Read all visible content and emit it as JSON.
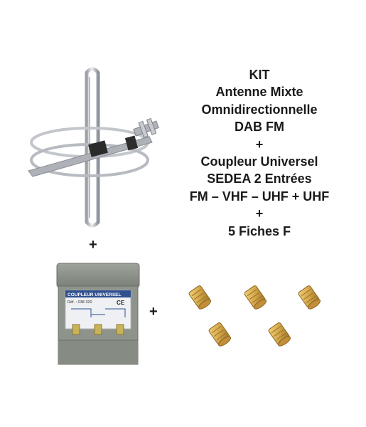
{
  "title_lines": [
    "KIT",
    "Antenne Mixte",
    "Omnidirectionnelle",
    "DAB FM",
    "+",
    "Coupleur Universel",
    "SEDEA 2 Entrées",
    "FM – VHF – UHF + UHF",
    "+",
    "5 Fiches F"
  ],
  "plus_signs": [
    "+",
    "+"
  ],
  "coupler": {
    "label_line1": "COUPLEUR UNIVERSEL",
    "label_line2": "Réf. : 038 320",
    "ce_mark": "CE"
  },
  "icons": {
    "antenna": "fm-dab-antenna-image",
    "coupler": "coupler-box-image",
    "connectors": "f-connector-image"
  },
  "colors": {
    "background": "#ffffff",
    "text": "#1a1a1a",
    "chrome": "#c9ccd2",
    "coupler_body": "#8a8f88",
    "brass": "#d4a64a"
  }
}
